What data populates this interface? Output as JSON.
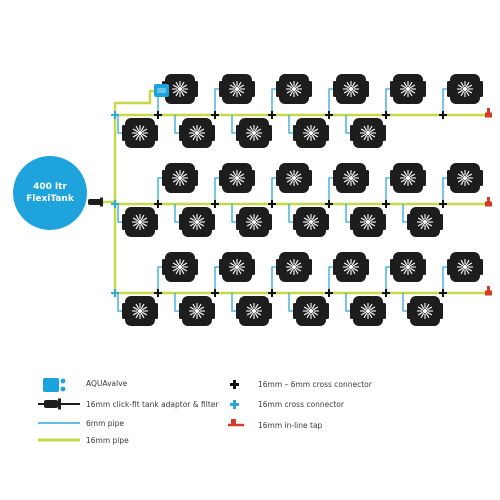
{
  "tank": {
    "line1": "400 ltr",
    "line2": "FlexiTank"
  },
  "colors": {
    "pipe16": "#c6d94a",
    "pipe6": "#2fa8d8",
    "aquavalve": "#1aa3dd",
    "pot": "#1d1d1d",
    "tank": "#1ea3dc",
    "tap": "#d43a2a",
    "cross": "#111111"
  },
  "legend": {
    "aquavalve": "AQUAvalve",
    "adaptor": "16mm click-fit tank adaptor & filter",
    "pipe6": "6mm pipe",
    "pipe16": "16mm pipe",
    "cross_16_6": "16mm – 6mm cross connector",
    "cross_16": "16mm cross connector",
    "tap": "16mm in-line tap"
  },
  "rows": [
    {
      "top_pots": 6,
      "bottom_pots": 5
    },
    {
      "top_pots": 6,
      "bottom_pots": 6
    },
    {
      "top_pots": 6,
      "bottom_pots": 6
    }
  ]
}
